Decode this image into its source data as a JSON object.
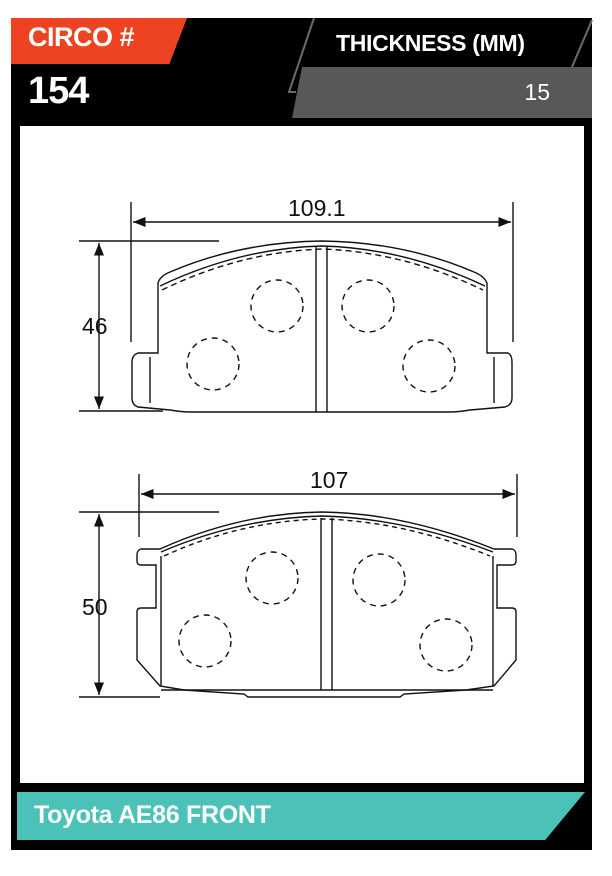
{
  "header": {
    "part_label": "CIRCO #",
    "part_number": "154",
    "thickness_label": "THICKNESS (MM)",
    "thickness_value": "15"
  },
  "diagram": {
    "top_pad": {
      "width_label": "109.1",
      "height_label": "46"
    },
    "bottom_pad": {
      "width_label": "107",
      "height_label": "50"
    }
  },
  "footer": {
    "application": "Toyota AE86 FRONT"
  },
  "colors": {
    "accent_red": "#ee4323",
    "header_gray": "#58585a",
    "footer_teal": "#4bc1b8",
    "frame_black": "#000000"
  }
}
